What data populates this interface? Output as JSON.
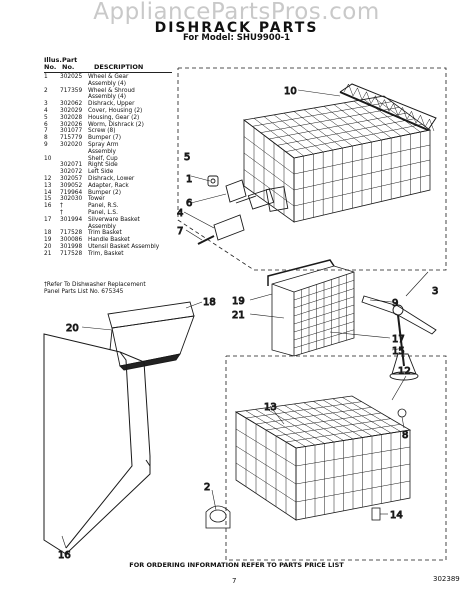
{
  "watermark": "AppliancePartsPros.com",
  "title": "DISHRACK PARTS",
  "model": "For Model: SHU9900-1",
  "headers": {
    "illus_1": "Illus.",
    "illus_2": "No.",
    "part_1": "Part",
    "part_2": "No.",
    "desc": "DESCRIPTION"
  },
  "parts": [
    {
      "n": "1",
      "p": "302025",
      "d": "Wheel & Gear"
    },
    {
      "n": "",
      "p": "",
      "d": "Assembly (4)"
    },
    {
      "n": "2",
      "p": "717359",
      "d": "Wheel & Shroud"
    },
    {
      "n": "",
      "p": "",
      "d": "Assembly (4)"
    },
    {
      "n": "3",
      "p": "302062",
      "d": "Dishrack, Upper"
    },
    {
      "n": "4",
      "p": "302029",
      "d": "Cover, Housing (2)"
    },
    {
      "n": "5",
      "p": "302028",
      "d": "Housing, Gear (2)"
    },
    {
      "n": "6",
      "p": "302026",
      "d": "Worm, Dishrack (2)"
    },
    {
      "n": "7",
      "p": "301077",
      "d": "Screw (8)"
    },
    {
      "n": "8",
      "p": "715779",
      "d": "Bumper (7)"
    },
    {
      "n": "9",
      "p": "302020",
      "d": "Spray Arm"
    },
    {
      "n": "",
      "p": "",
      "d": "Assembly"
    },
    {
      "n": "10",
      "p": "",
      "d": "Shelf, Cup"
    },
    {
      "n": "",
      "p": "302071",
      "d": "Right Side"
    },
    {
      "n": "",
      "p": "302072",
      "d": "Left Side"
    },
    {
      "n": "12",
      "p": "302057",
      "d": "Dishrack, Lower"
    },
    {
      "n": "13",
      "p": "309052",
      "d": "Adapter, Rack"
    },
    {
      "n": "14",
      "p": "719964",
      "d": "Bumper (2)"
    },
    {
      "n": "15",
      "p": "302030",
      "d": "Tower"
    },
    {
      "n": "16",
      "p": "†",
      "d": "Panel, R.S."
    },
    {
      "n": "",
      "p": "†",
      "d": "Panel, L.S."
    },
    {
      "n": "17",
      "p": "301994",
      "d": "Silverware Basket"
    },
    {
      "n": "",
      "p": "",
      "d": "Assembly"
    },
    {
      "n": "18",
      "p": "717528",
      "d": "Trim Basket"
    },
    {
      "n": "19",
      "p": "300086",
      "d": "Handle Basket"
    },
    {
      "n": "20",
      "p": "301998",
      "d": "Utensil Basket Assembly"
    },
    {
      "n": "21",
      "p": "717528",
      "d": "Trim, Basket"
    }
  ],
  "ref_note": [
    "†Refer To Dishwasher Replacement",
    "Panel Parts List No. 675345"
  ],
  "callouts": {
    "c1": "1",
    "c2": "2",
    "c3": "3",
    "c4": "4",
    "c5": "5",
    "c6": "6",
    "c7": "7",
    "c8": "8",
    "c9": "9",
    "c10": "10",
    "c12": "12",
    "c13": "13",
    "c14": "14",
    "c15": "15",
    "c16": "16",
    "c17": "17",
    "c18": "18",
    "c19": "19",
    "c20": "20",
    "c21": "21"
  },
  "footer": "FOR ORDERING INFORMATION REFER TO PARTS PRICE LIST",
  "page_number": "7",
  "doc_code": "302389"
}
